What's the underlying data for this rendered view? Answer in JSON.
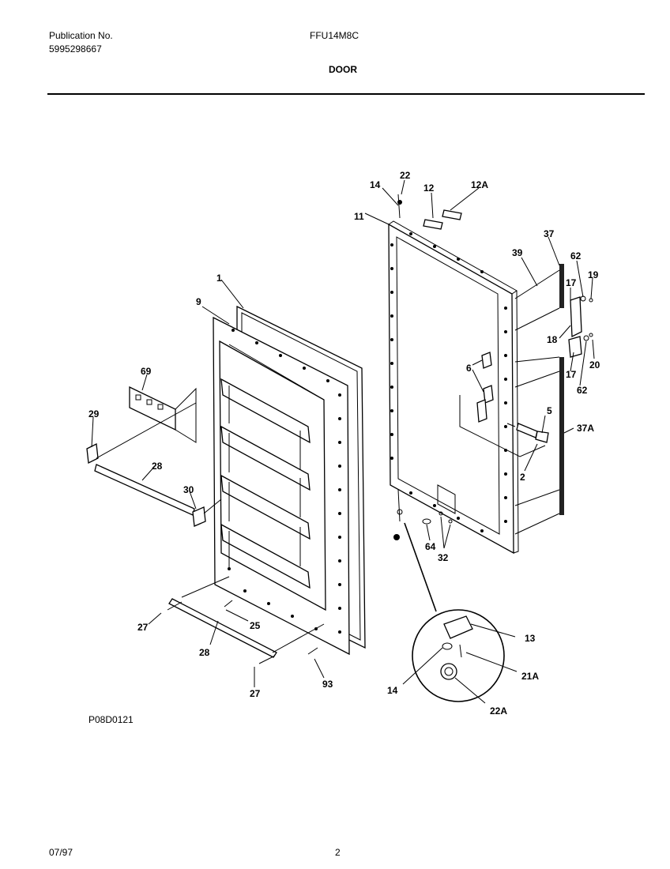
{
  "header": {
    "publication_label": "Publication No.",
    "publication_number": "5995298667",
    "model": "FFU14M8C",
    "section_title": "DOOR"
  },
  "drawing_code": "P08D0121",
  "footer": {
    "date": "07/97",
    "page": "2"
  },
  "callouts": [
    "1",
    "9",
    "69",
    "29",
    "28",
    "30",
    "27",
    "28",
    "25",
    "27",
    "93",
    "11",
    "14",
    "22",
    "12",
    "12A",
    "37",
    "39",
    "62",
    "17",
    "19",
    "18",
    "17",
    "20",
    "62",
    "6",
    "5",
    "37A",
    "2",
    "64",
    "32",
    "13",
    "14",
    "21A",
    "22A"
  ]
}
